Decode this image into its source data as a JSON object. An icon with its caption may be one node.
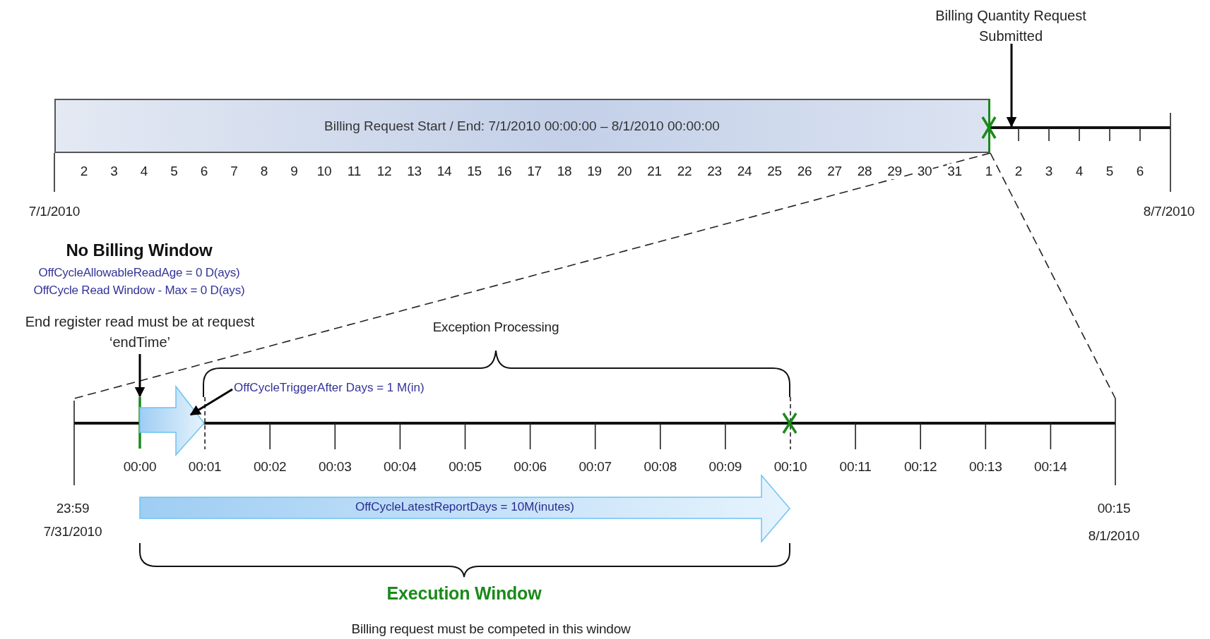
{
  "diagram": {
    "nodes": [
      {
        "text": [
          "Billing Request Start / End: 7/1/2010 00:00:00 – 8/1/2010 00:00:00"
        ]
      },
      {
        "text": [
          "Billing Quantity Request Submitted"
        ]
      },
      {
        "text": [
          "End register read must be at request ‘endTime’"
        ]
      },
      {
        "text": [
          "OffCycleTriggerAfter Days = 1 M(in)"
        ]
      },
      {
        "text": [
          "OffCycleLatestReportDays = 10M(inutes)"
        ]
      },
      {
        "text": [],
        "shape": "bar"
      },
      {
        "text": [],
        "shape": "bar"
      }
    ],
    "edges": [
      {
        "from": 1,
        "to": 5,
        "arrow": "to"
      },
      {
        "from": 2,
        "to": 6,
        "arrow": "to"
      },
      {
        "from": 3,
        "to": 6,
        "arrow": "to"
      }
    ],
    "labels": [
      "2",
      "3",
      "4",
      "5",
      "6",
      "7",
      "8",
      "9",
      "10",
      "11",
      "12",
      "13",
      "14",
      "15",
      "16",
      "17",
      "18",
      "19",
      "20",
      "21",
      "22",
      "23",
      "24",
      "25",
      "26",
      "27",
      "28",
      "29",
      "30",
      "31",
      "1",
      "2",
      "3",
      "4",
      "5",
      "6",
      "7/1/2010",
      "8/7/2010",
      "No Billing Window",
      "OffCycleAllowableReadAge = 0 D(ays)",
      "OffCycle Read Window - Max = 0 D(ays)",
      "Exception Processing",
      "00:00",
      "00:01",
      "00:02",
      "00:03",
      "00:04",
      "00:05",
      "00:06",
      "00:07",
      "00:08",
      "00:09",
      "00:10",
      "00:11",
      "00:12",
      "00:13",
      "00:14",
      "23:59",
      "7/31/2010",
      "00:15",
      "8/1/2010",
      "Execution Window",
      "Billing request must be competed in this window"
    ]
  }
}
